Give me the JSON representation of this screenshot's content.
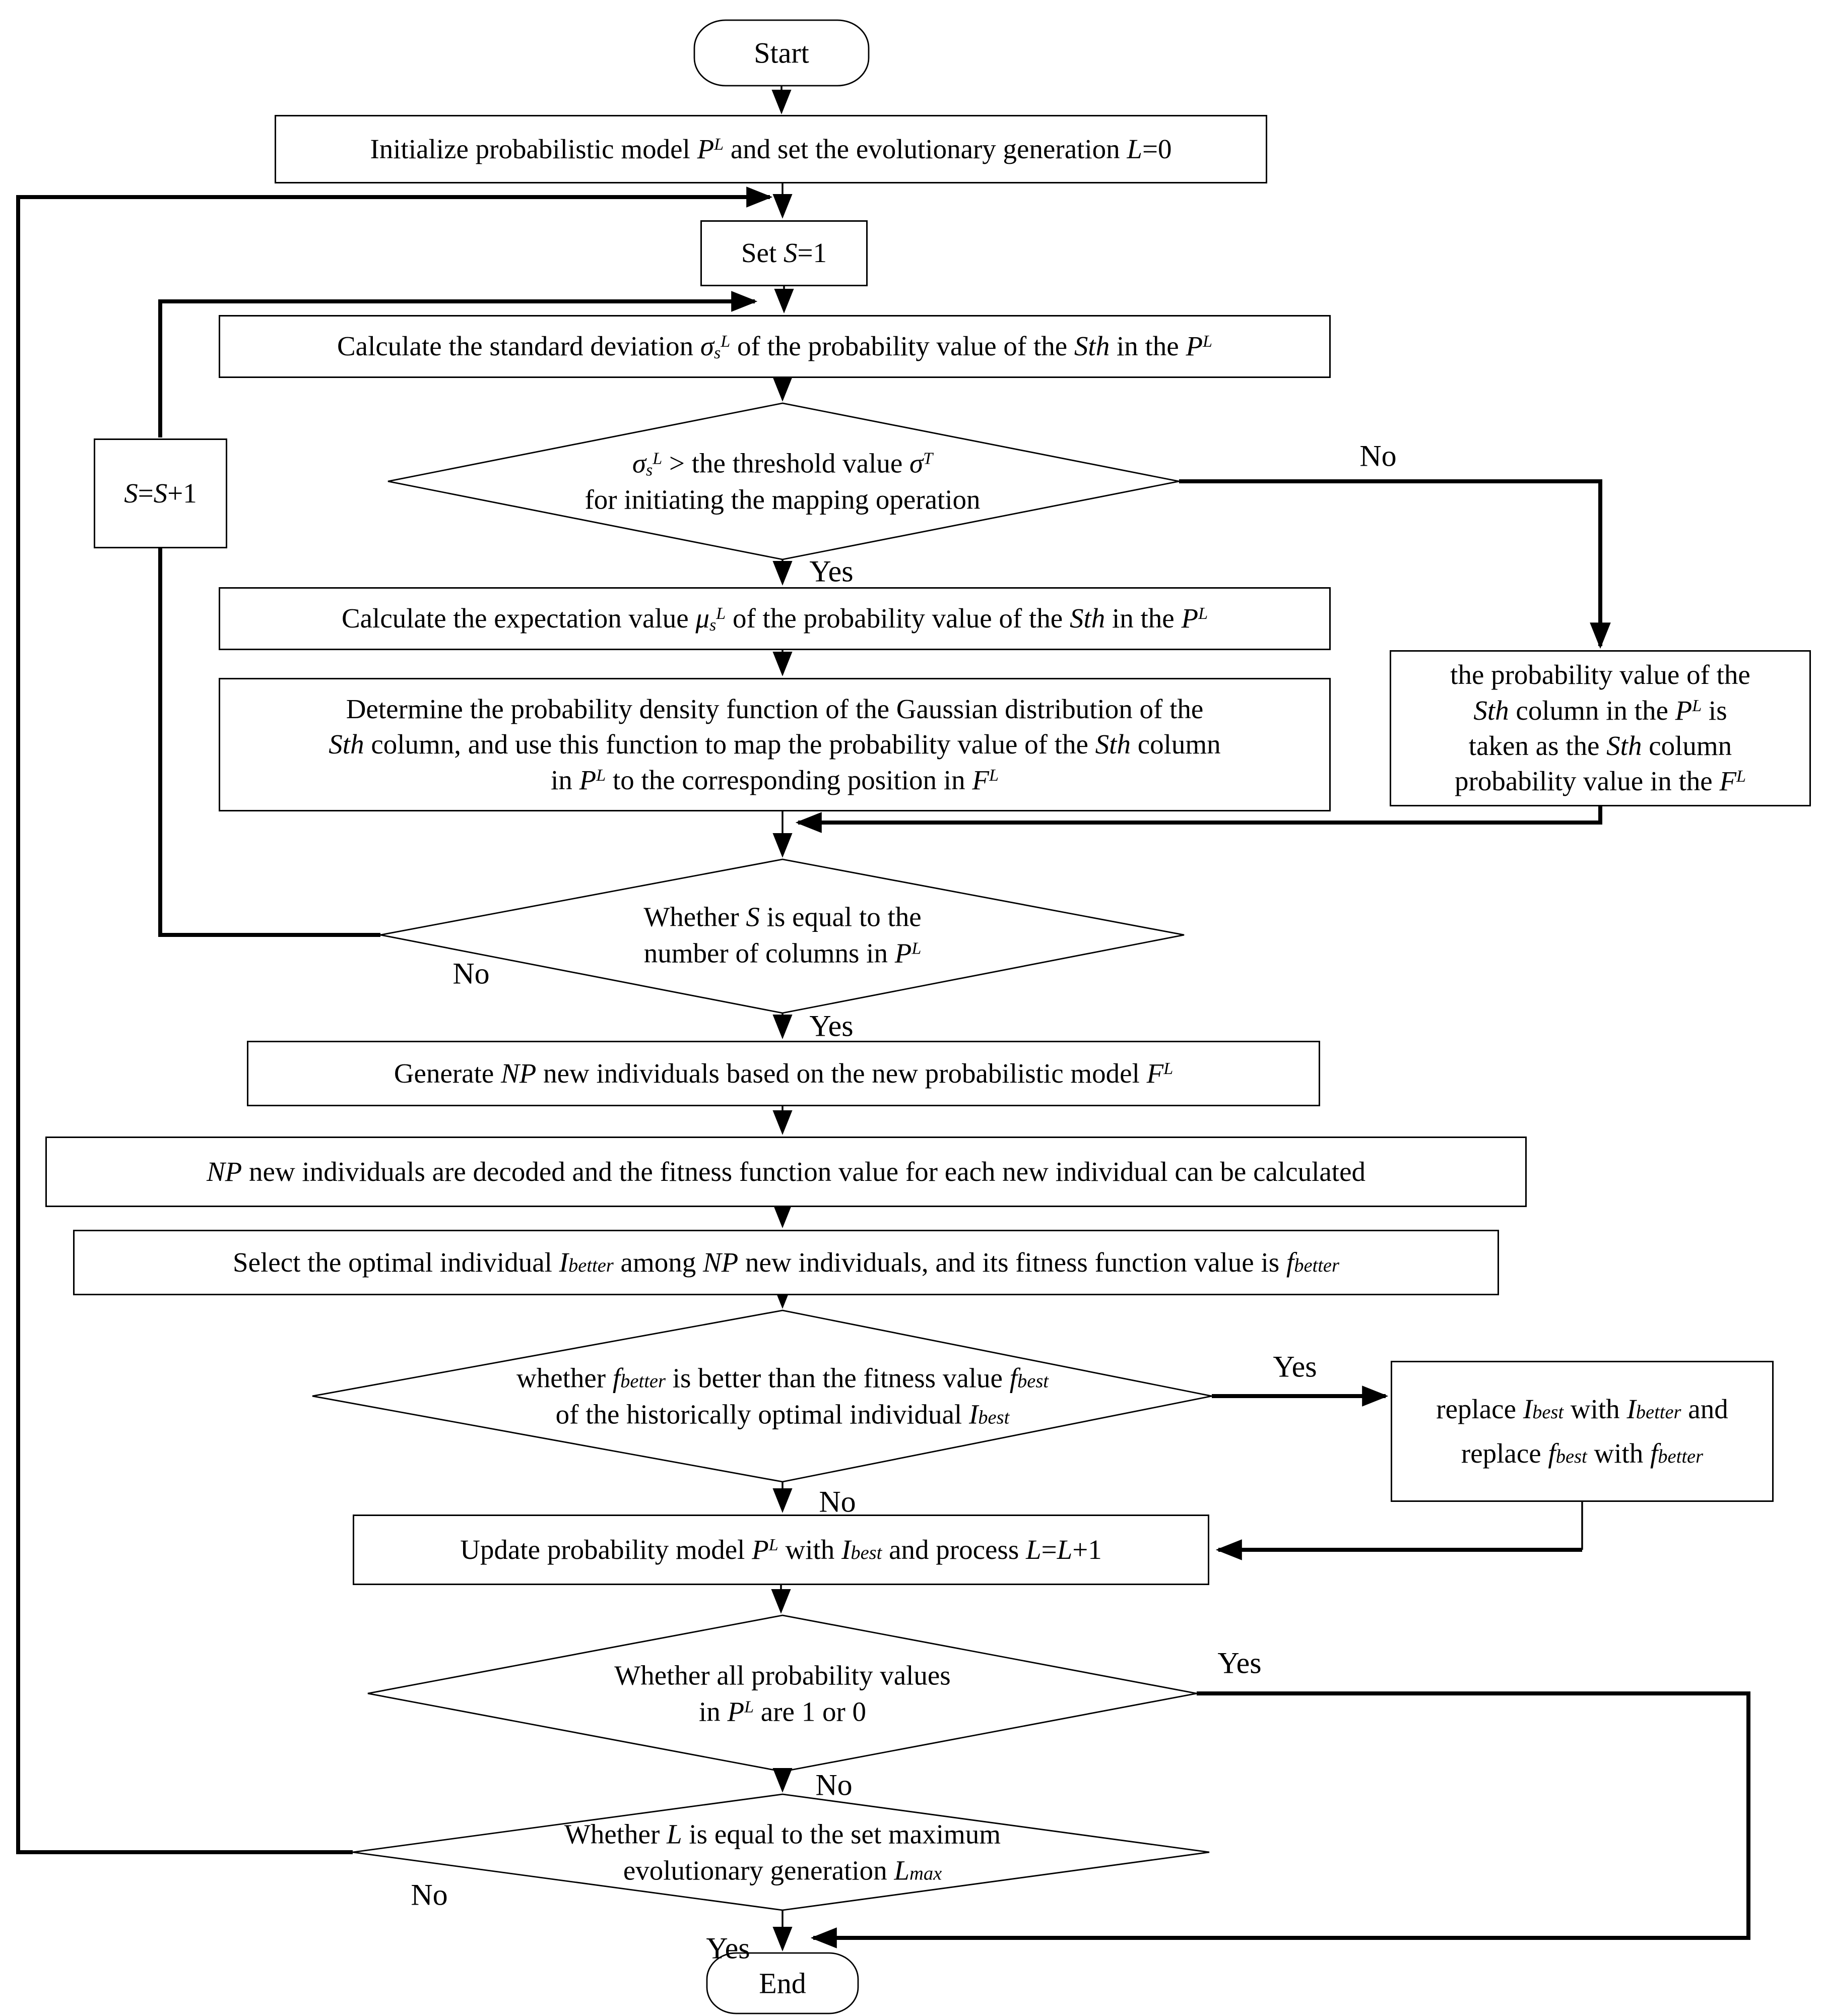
{
  "colors": {
    "ink": "#000000",
    "background": "#ffffff"
  },
  "flowchart": {
    "nodes": {
      "start": {
        "label": [
          [
            {
              "t": "Start"
            }
          ]
        ]
      },
      "init": {
        "label": [
          [
            {
              "t": "Initialize probabilistic model "
            },
            {
              "t": "P",
              "i": 1
            },
            {
              "t": "L",
              "i": 1,
              "sup": 1
            },
            {
              "t": " and  set the evolutionary generation "
            },
            {
              "t": "L",
              "i": 1
            },
            {
              "t": "=0"
            }
          ]
        ]
      },
      "set_s": {
        "label": [
          [
            {
              "t": "Set "
            },
            {
              "t": "S",
              "i": 1
            },
            {
              "t": "=1"
            }
          ]
        ]
      },
      "calc_std": {
        "label": [
          [
            {
              "t": "Calculate the standard deviation "
            },
            {
              "t": "σ",
              "i": 1
            },
            {
              "t": "s",
              "i": 1,
              "sub": 1
            },
            {
              "t": "L",
              "i": 1,
              "sup": 1
            },
            {
              "t": " of the probability value of the "
            },
            {
              "t": "Sth",
              "i": 1
            },
            {
              "t": " in the "
            },
            {
              "t": "P",
              "i": 1
            },
            {
              "t": "L",
              "i": 1,
              "sup": 1
            }
          ]
        ]
      },
      "d1_threshold": {
        "label": [
          [
            {
              "t": "σ",
              "i": 1
            },
            {
              "t": "s",
              "i": 1,
              "sub": 1
            },
            {
              "t": "L",
              "i": 1,
              "sup": 1
            },
            {
              "t": " > the threshold value "
            },
            {
              "t": "σ",
              "i": 1
            },
            {
              "t": "T",
              "i": 1,
              "sup": 1
            }
          ],
          [
            {
              "t": "for initiating the mapping operation"
            }
          ]
        ]
      },
      "s_plus": {
        "label": [
          [
            {
              "t": "S",
              "i": 1
            },
            {
              "t": "="
            },
            {
              "t": "S",
              "i": 1
            },
            {
              "t": "+1"
            }
          ]
        ]
      },
      "copy_column": {
        "label": [
          [
            {
              "t": "the probability value of the"
            }
          ],
          [
            {
              "t": "Sth",
              "i": 1
            },
            {
              "t": "  column in the "
            },
            {
              "t": "P",
              "i": 1
            },
            {
              "t": "L",
              "i": 1,
              "sup": 1
            },
            {
              "t": "  is"
            }
          ],
          [
            {
              "t": "taken as the  "
            },
            {
              "t": "Sth",
              "i": 1
            },
            {
              "t": " column"
            }
          ],
          [
            {
              "t": "probability value in the "
            },
            {
              "t": "F",
              "i": 1
            },
            {
              "t": "L",
              "i": 1,
              "sup": 1
            }
          ]
        ]
      },
      "calc_exp": {
        "label": [
          [
            {
              "t": "Calculate the expectation value "
            },
            {
              "t": "μ",
              "i": 1
            },
            {
              "t": "s",
              "i": 1,
              "sub": 1
            },
            {
              "t": "L",
              "i": 1,
              "sup": 1
            },
            {
              "t": "  of the probability value of the "
            },
            {
              "t": "Sth",
              "i": 1
            },
            {
              "t": " in the  "
            },
            {
              "t": "P",
              "i": 1
            },
            {
              "t": "L",
              "i": 1,
              "sup": 1
            }
          ]
        ]
      },
      "determine": {
        "label": [
          [
            {
              "t": "Determine the probability density function of the Gaussian distribution of the"
            }
          ],
          [
            {
              "t": "Sth",
              "i": 1
            },
            {
              "t": " column, and use this function to map the probability value of the "
            },
            {
              "t": "Sth",
              "i": 1
            },
            {
              "t": " column"
            }
          ],
          [
            {
              "t": "in "
            },
            {
              "t": "P",
              "i": 1
            },
            {
              "t": "L",
              "i": 1,
              "sup": 1
            },
            {
              "t": " to the corresponding position in "
            },
            {
              "t": "F",
              "i": 1
            },
            {
              "t": "L",
              "i": 1,
              "sup": 1
            }
          ]
        ]
      },
      "d2_columns": {
        "label": [
          [
            {
              "t": "Whether "
            },
            {
              "t": "S",
              "i": 1
            },
            {
              "t": " is equal to the"
            }
          ],
          [
            {
              "t": "number of columns in "
            },
            {
              "t": "P",
              "i": 1
            },
            {
              "t": "L",
              "i": 1,
              "sup": 1
            }
          ]
        ]
      },
      "generate": {
        "label": [
          [
            {
              "t": "Generate "
            },
            {
              "t": "NP",
              "i": 1
            },
            {
              "t": " new individuals based on the new probabilistic model "
            },
            {
              "t": "F",
              "i": 1
            },
            {
              "t": "L",
              "i": 1,
              "sup": 1
            }
          ]
        ]
      },
      "decode": {
        "label": [
          [
            {
              "t": "NP",
              "i": 1
            },
            {
              "t": " new individuals are decoded and the fitness function value for each new individual can be calculated"
            }
          ]
        ]
      },
      "select": {
        "label": [
          [
            {
              "t": "Select the optimal individual "
            },
            {
              "t": "I",
              "i": 1
            },
            {
              "t": "better",
              "sm": 1
            },
            {
              "t": " among "
            },
            {
              "t": "NP",
              "i": 1
            },
            {
              "t": " new individuals, and its fitness function value is "
            },
            {
              "t": "f",
              "i": 1
            },
            {
              "t": "better",
              "sm": 1
            }
          ]
        ]
      },
      "d3_better": {
        "label": [
          [
            {
              "t": "whether "
            },
            {
              "t": "f",
              "i": 1
            },
            {
              "t": "better",
              "sm": 1
            },
            {
              "t": " is better than the fitness value "
            },
            {
              "t": "f",
              "i": 1
            },
            {
              "t": "best",
              "sm": 1
            }
          ],
          [
            {
              "t": "of the historically optimal individual "
            },
            {
              "t": "I",
              "i": 1
            },
            {
              "t": "best",
              "sm": 1
            }
          ]
        ]
      },
      "replace": {
        "label": [
          [
            {
              "t": "replace "
            },
            {
              "t": "I",
              "i": 1
            },
            {
              "t": "best",
              "sm": 1
            },
            {
              "t": " with "
            },
            {
              "t": "I",
              "i": 1
            },
            {
              "t": "better",
              "sm": 1
            },
            {
              "t": " and"
            }
          ],
          [
            {
              "t": "replace "
            },
            {
              "t": "f",
              "i": 1
            },
            {
              "t": "best",
              "sm": 1
            },
            {
              "t": " with "
            },
            {
              "t": "f",
              "i": 1
            },
            {
              "t": "better",
              "sm": 1
            }
          ]
        ]
      },
      "update": {
        "label": [
          [
            {
              "t": "Update probability model "
            },
            {
              "t": "P",
              "i": 1
            },
            {
              "t": "L",
              "i": 1,
              "sup": 1
            },
            {
              "t": " with "
            },
            {
              "t": "I",
              "i": 1
            },
            {
              "t": "best",
              "sm": 1
            },
            {
              "t": "  and process "
            },
            {
              "t": "L",
              "i": 1
            },
            {
              "t": "="
            },
            {
              "t": "L",
              "i": 1
            },
            {
              "t": "+1"
            }
          ]
        ]
      },
      "d4_allprob": {
        "label": [
          [
            {
              "t": "Whether all probability values"
            }
          ],
          [
            {
              "t": "in "
            },
            {
              "t": "P",
              "i": 1
            },
            {
              "t": "L",
              "i": 1,
              "sup": 1
            },
            {
              "t": " are 1 or 0"
            }
          ]
        ]
      },
      "d5_lmax": {
        "label": [
          [
            {
              "t": "Whether "
            },
            {
              "t": "L",
              "i": 1
            },
            {
              "t": " is equal to the set maximum"
            }
          ],
          [
            {
              "t": "evolutionary generation "
            },
            {
              "t": "L",
              "i": 1
            },
            {
              "t": "max",
              "sm": 1
            }
          ]
        ]
      },
      "end": {
        "label": [
          [
            {
              "t": "End"
            }
          ]
        ]
      }
    },
    "edge_labels": {
      "d1_yes": "Yes",
      "d1_no": "No",
      "d2_no": "No",
      "d2_yes": "Yes",
      "d3_yes": "Yes",
      "d3_no": "No",
      "d4_yes": "Yes",
      "d4_no": "No",
      "d5_no": "No",
      "d5_yes": "Yes"
    }
  }
}
